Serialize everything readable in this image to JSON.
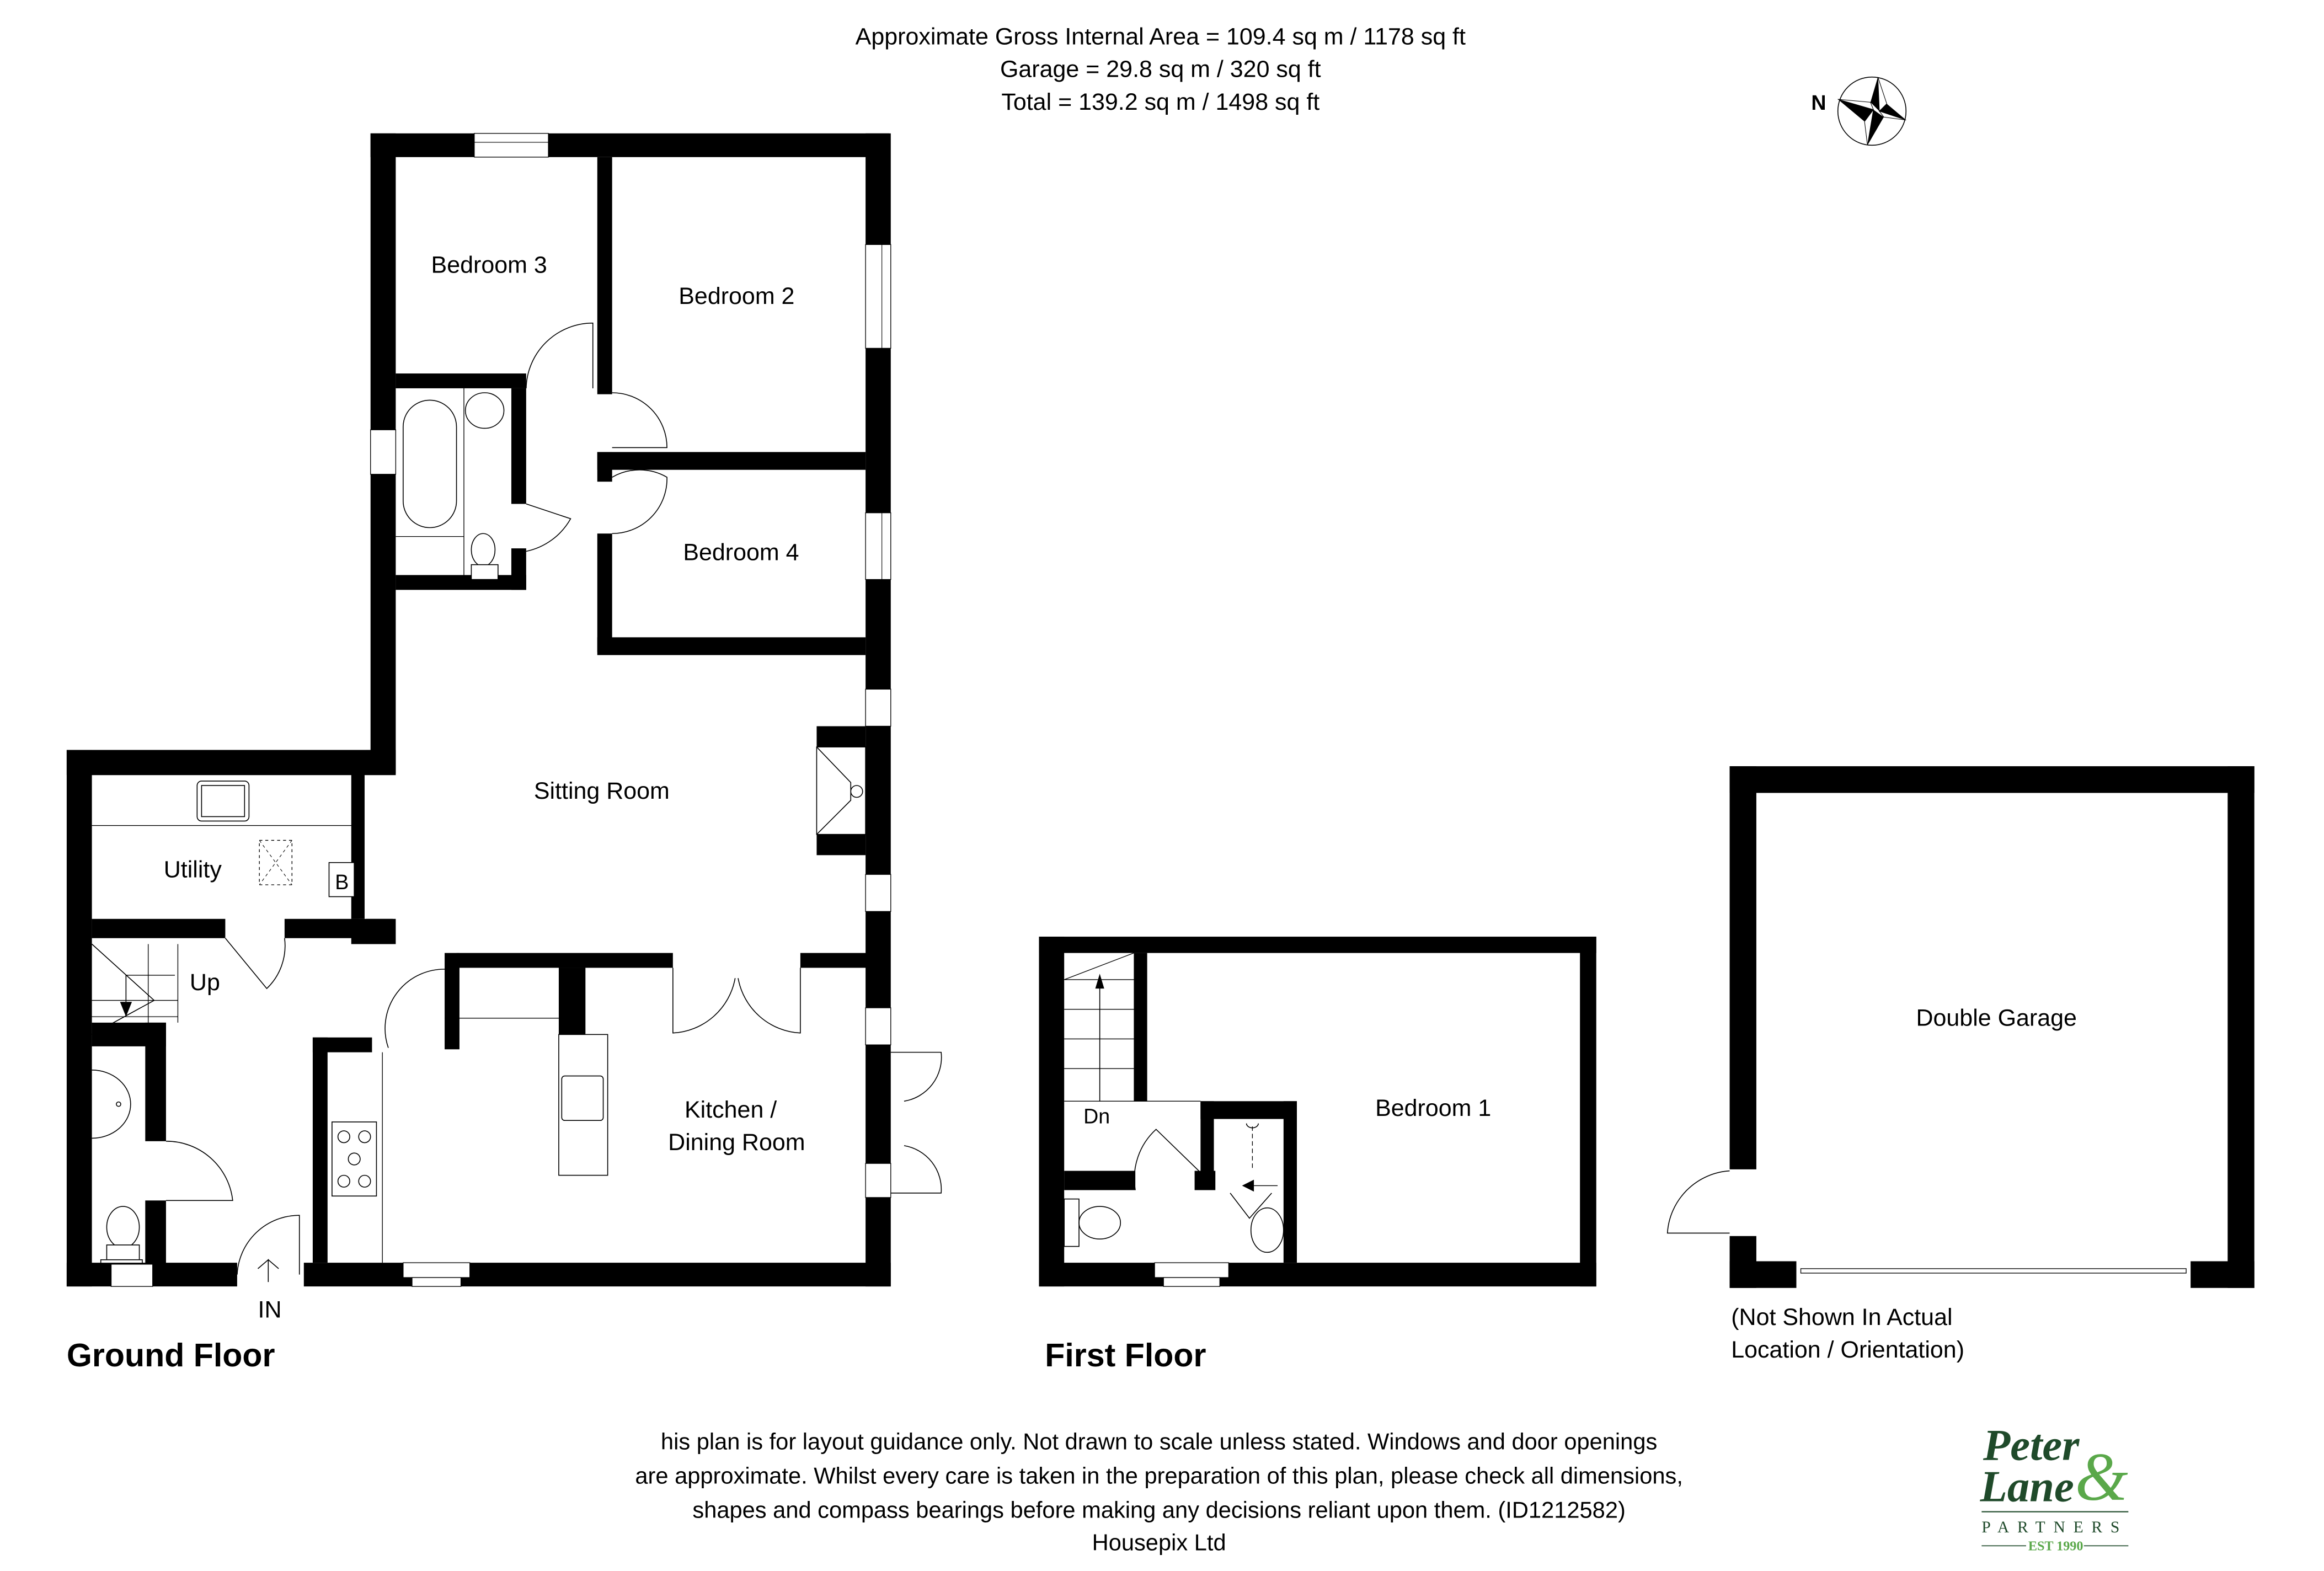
{
  "header": {
    "line1": "Approximate Gross Internal Area = 109.4 sq m / 1178 sq ft",
    "line2": "Garage = 29.8 sq m / 320 sq ft",
    "line3": "Total = 139.2 sq m / 1498 sq ft"
  },
  "compass": {
    "label": "N",
    "icon": "compass-rose-icon"
  },
  "ground_floor": {
    "title": "Ground Floor",
    "rooms": {
      "bedroom3": "Bedroom 3",
      "bedroom2": "Bedroom 2",
      "bedroom4": "Bedroom 4",
      "sitting": "Sitting Room",
      "utility": "Utility",
      "boiler": "B",
      "stairs_up": "Up",
      "kitchen_line1": "Kitchen /",
      "kitchen_line2": "Dining Room",
      "entrance": "IN"
    }
  },
  "first_floor": {
    "title": "First Floor",
    "rooms": {
      "bedroom1": "Bedroom 1",
      "stairs_down": "Dn"
    }
  },
  "garage": {
    "title": "Double Garage",
    "note_line1": "(Not Shown In Actual",
    "note_line2": "Location / Orientation)"
  },
  "disclaimer": {
    "line1": "his plan is for layout guidance only. Not drawn to scale unless stated. Windows and door openings",
    "line2": "are approximate. Whilst every care is taken in the preparation of this plan, please check all dimensions,",
    "line3": "shapes and compass bearings before making any decisions reliant upon them. (ID1212582)",
    "line4": "Housepix Ltd"
  },
  "logo": {
    "line1": "Peter",
    "line2": "Lane",
    "ampersand": "&",
    "partners": "PARTNERS",
    "est": "EST 1990",
    "colors": {
      "dark_green": "#1f4a2a",
      "light_green": "#5aa84a"
    }
  }
}
